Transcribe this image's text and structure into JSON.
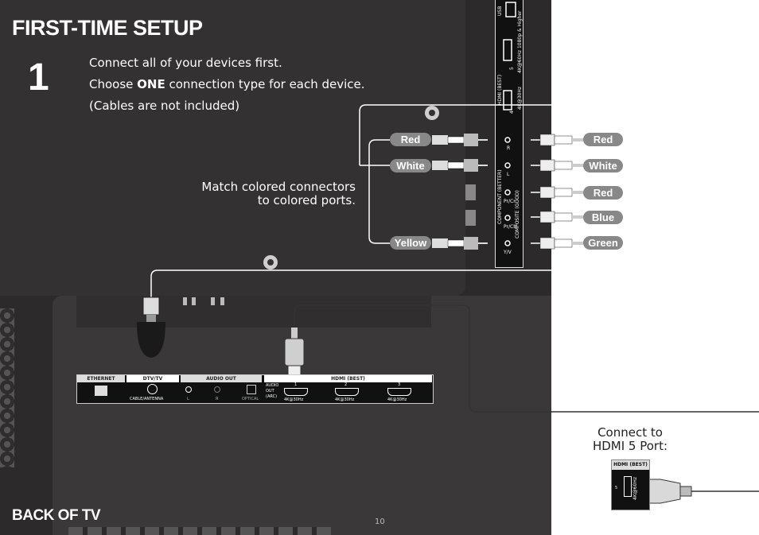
{
  "title": "FIRST-TIME SETUP",
  "step_number": "1",
  "instructions": {
    "line1": "Connect all of your devices first.",
    "line2_prefix": "Choose ",
    "line2_bold": "ONE",
    "line2_suffix": " connection type for each device.",
    "line3": "(Cables are not included)"
  },
  "match_text": {
    "line1": "Match colored connectors",
    "line2": "to colored ports."
  },
  "left_cable_labels": [
    "Red",
    "White",
    "Yellow"
  ],
  "right_cable_labels": [
    "Red",
    "White",
    "Red",
    "Blue",
    "Green"
  ],
  "side_panel": {
    "usb": "USB",
    "hdmi_best": "HDMI (BEST)",
    "hdmi5_res": "4K@60Hz 1080p & Higher",
    "hdmi5_num": "5",
    "hdmi4_res": "4K@30Hz",
    "hdmi4_num": "4",
    "component": "COMPONENT (BETTER)",
    "composite": "COMPOSITE (GOOD)",
    "port_r": "R",
    "port_l": "L",
    "port_pr": "Pr/Cr",
    "port_pb": "Pr/Cb",
    "port_y": "Y/V"
  },
  "bottom_panel": {
    "ethernet": "ETHERNET",
    "dtv": "DTV/TV",
    "cable_antenna": "CABLE/ANTENNA",
    "audio_out": "AUDIO OUT",
    "audio_l": "L",
    "audio_r": "R",
    "optical": "OPTICAL",
    "hdmi_best": "HDMI (BEST)",
    "audio_out_arc": "AUDIO OUT (ARC)",
    "hdmi1_num": "1",
    "hdmi2_num": "2",
    "hdmi3_num": "3",
    "hdmi1_res": "4K@30Hz",
    "hdmi2_res": "4K@30Hz",
    "hdmi3_res": "4K@30Hz"
  },
  "connect_to": {
    "line1": "Connect to",
    "line2": "HDMI 5 Port:",
    "box_label": "HDMI (BEST)",
    "box_res": "4K@60Hz",
    "box_num": "5"
  },
  "back_of_tv": "BACK OF TV",
  "page_number": "10",
  "colors": {
    "panel_bg": "#2c2a2a",
    "pill": "#888888",
    "line_white": "#ffffff",
    "line_dark": "#333333"
  },
  "icons": [
    "rca-plug-icon",
    "hdmi-plug-icon",
    "coax-plug-icon",
    "ethernet-port-icon",
    "hdmi-port-icon",
    "screw-icon"
  ]
}
